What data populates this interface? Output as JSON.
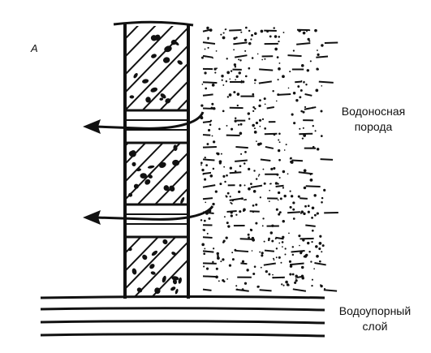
{
  "labels": {
    "panel": "A",
    "aquifer_line1": "Водоносная",
    "aquifer_line2": "порода",
    "aquitard_line1": "Водоупорный",
    "aquitard_line2": "слой"
  },
  "colors": {
    "ink": "#111111",
    "background": "#ffffff"
  },
  "icons": {
    "flow_arrow": "left-arrow-icon"
  }
}
